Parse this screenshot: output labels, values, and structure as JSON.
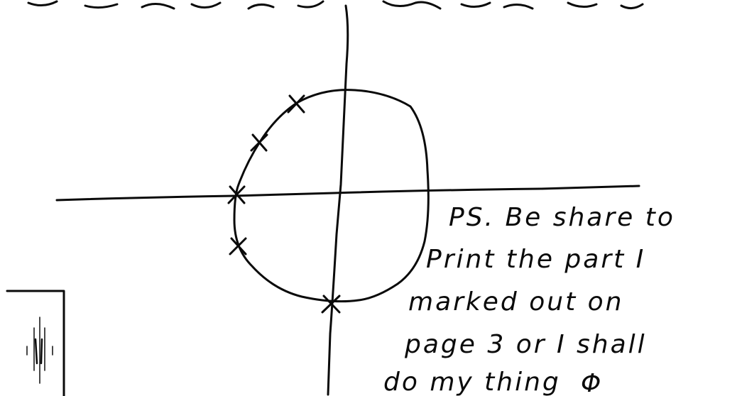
{
  "note": {
    "top_line": "_ _ _ _ _ _ _ _ _ _ _ _ _ _ _ _ _ _ _ _ _ _ _ _ _ _ _",
    "ps_lines": [
      "PS. Be share to",
      "Print the part I",
      "marked out on",
      "page 3 or I shall",
      "do my thing"
    ],
    "sign_mark": "Φ",
    "x_marks": [
      "×",
      "×",
      "×",
      "×",
      "×"
    ]
  },
  "colors": {
    "ink": "#0a0a0a",
    "paper": "#ffffff"
  }
}
